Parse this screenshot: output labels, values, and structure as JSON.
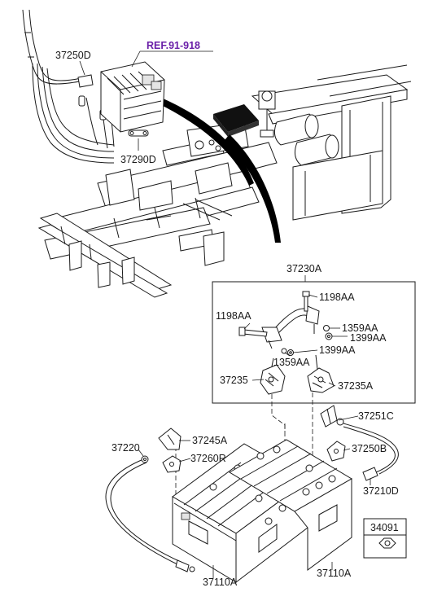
{
  "reference": {
    "text": "REF.91-918",
    "color": "#6a1fa8"
  },
  "parts": {
    "p37250D": "37250D",
    "p37290D": "37290D",
    "p37230A": "37230A",
    "p1198AA_top": "1198AA",
    "p1198AA_left": "1198AA",
    "p1359AA_right": "1359AA",
    "p1399AA_right": "1399AA",
    "p1359AA_mid": "1359AA",
    "p1399AA_mid": "1399AA",
    "p37235": "37235",
    "p37235A": "37235A",
    "p37251C": "37251C",
    "p37245A": "37245A",
    "p37220": "37220",
    "p37260R": "37260R",
    "p37250B": "37250B",
    "p37210D": "37210D",
    "p37110A_left": "37110A",
    "p37110A_right": "37110A",
    "p34091": "34091"
  },
  "colors": {
    "line": "#1a1a1a",
    "reference": "#6a1fa8",
    "background": "#ffffff"
  }
}
